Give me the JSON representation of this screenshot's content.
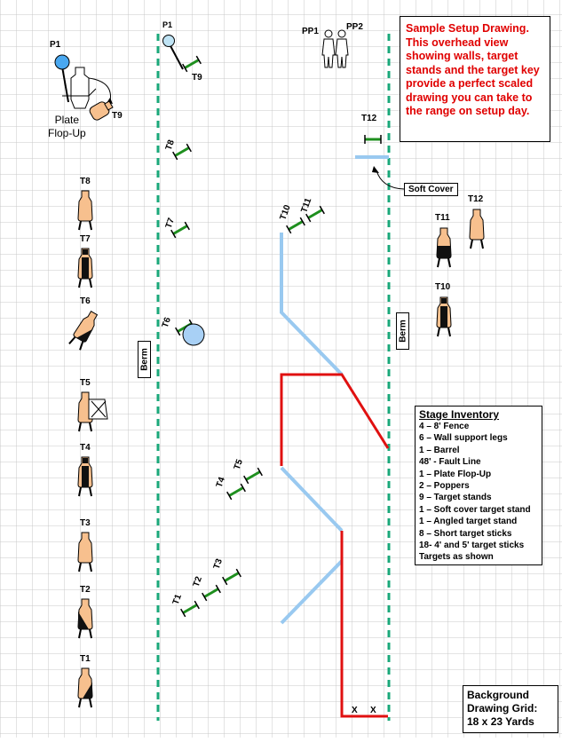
{
  "note": "Sample Setup Drawing. This overhead view showing walls, target stands and the target key provide a perfect scaled drawing you can take to the range on setup day.",
  "plate_label_line1": "Plate",
  "plate_label_line2": "Flop-Up",
  "berm_label": "Berm",
  "soft_cover_label": "Soft Cover",
  "inventory": {
    "title": "Stage Inventory",
    "items": [
      "4 – 8' Fence",
      "6 – Wall support legs",
      "1 – Barrel",
      "48' - Fault Line",
      "1 – Plate Flop-Up",
      "2 – Poppers",
      "9 – Target stands",
      "1 – Soft cover target stand",
      "1 – Angled target stand",
      "8 – Short target sticks",
      "18- 4' and 5' target sticks",
      "Targets as shown"
    ]
  },
  "grid_note": {
    "line1": "Background",
    "line2": "Drawing Grid:",
    "line3": "18  x 23 Yards"
  },
  "key_targets": [
    "T8",
    "T7",
    "T6",
    "T5",
    "T4",
    "T3",
    "T2",
    "T1"
  ],
  "right_targets": [
    "T12",
    "T11",
    "T10"
  ],
  "field_labels": {
    "p1_key": "P1",
    "p1_field": "P1",
    "pp1": "PP1",
    "pp2": "PP2",
    "t1": "T1",
    "t2": "T2",
    "t3": "T3",
    "t4": "T4",
    "t5": "T5",
    "t6": "T6",
    "t7": "T7",
    "t8": "T8",
    "t9_key": "T9",
    "t9": "T9",
    "t10": "T10",
    "t11": "T11",
    "t12": "T12",
    "x1": "X",
    "x2": "X"
  },
  "colors": {
    "grid": "#c8c8c8",
    "berm_line": "#1aa87a",
    "wall": "#99c9f0",
    "fault_line": "#e01010",
    "target_tan": "#f7c08e",
    "target_black": "#111111",
    "popper": "#4aa8f0",
    "stand": "#1e8f1e",
    "note_text": "#e00000"
  }
}
